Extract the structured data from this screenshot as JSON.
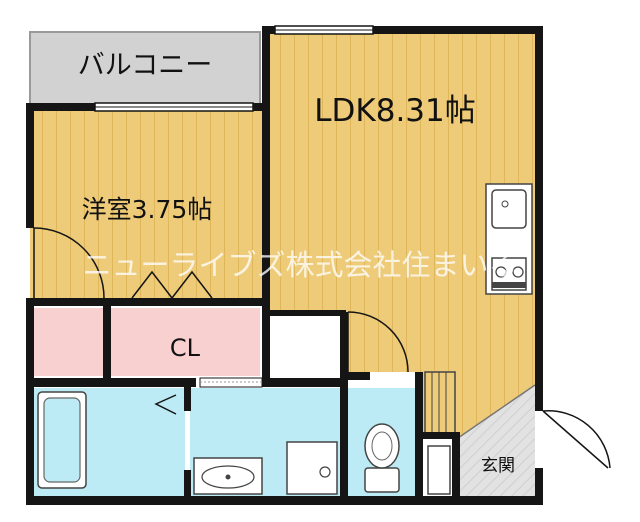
{
  "floorplan": {
    "rooms": {
      "balcony": "バルコニー",
      "ldk": "LDK8.31帖",
      "western_room": "洋室3.75帖",
      "closet": "CL",
      "entrance": "玄関"
    },
    "watermark": "ニューライブズ株式会社住まいる",
    "colors": {
      "wood_floor": "#EDCB78",
      "wood_stripe": "#D9AE4E",
      "wet_area": "#BDEBF5",
      "closet": "#F8D0D0",
      "balcony": "#D2D2D2",
      "wall": "#151515",
      "entrance_floor": "#D8D8D8"
    }
  }
}
